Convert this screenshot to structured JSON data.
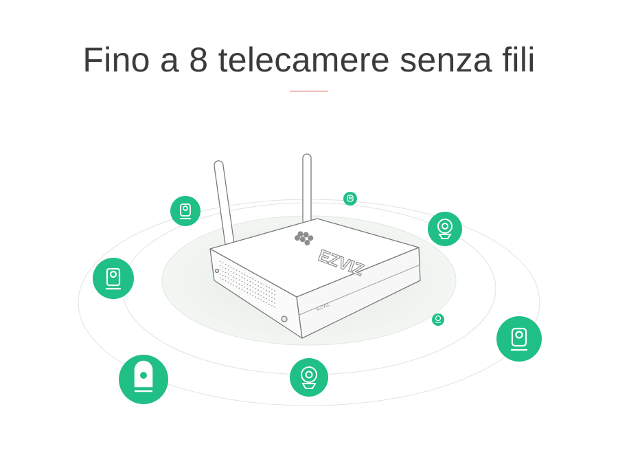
{
  "header": {
    "title": "Fino a 8 telecamere senza fili"
  },
  "device": {
    "brand_text": "EZVIZ",
    "front_badge": "EZVIZ"
  },
  "colors": {
    "accent_green": "#1fbf86",
    "underline_red": "#d94b3d",
    "ring_gray": "#dcdcdc",
    "disc_fill": "#eef3ee",
    "device_stroke": "#8a8a8a"
  },
  "cameras": [
    {
      "icon": "cube-camera-icon"
    },
    {
      "icon": "mini-camera-icon"
    },
    {
      "icon": "dome-camera-icon"
    },
    {
      "icon": "cube-camera-icon"
    },
    {
      "icon": "cube-camera-icon"
    },
    {
      "icon": "mini-camera-icon"
    },
    {
      "icon": "cube-camera-icon"
    },
    {
      "icon": "dome-camera-icon"
    }
  ]
}
